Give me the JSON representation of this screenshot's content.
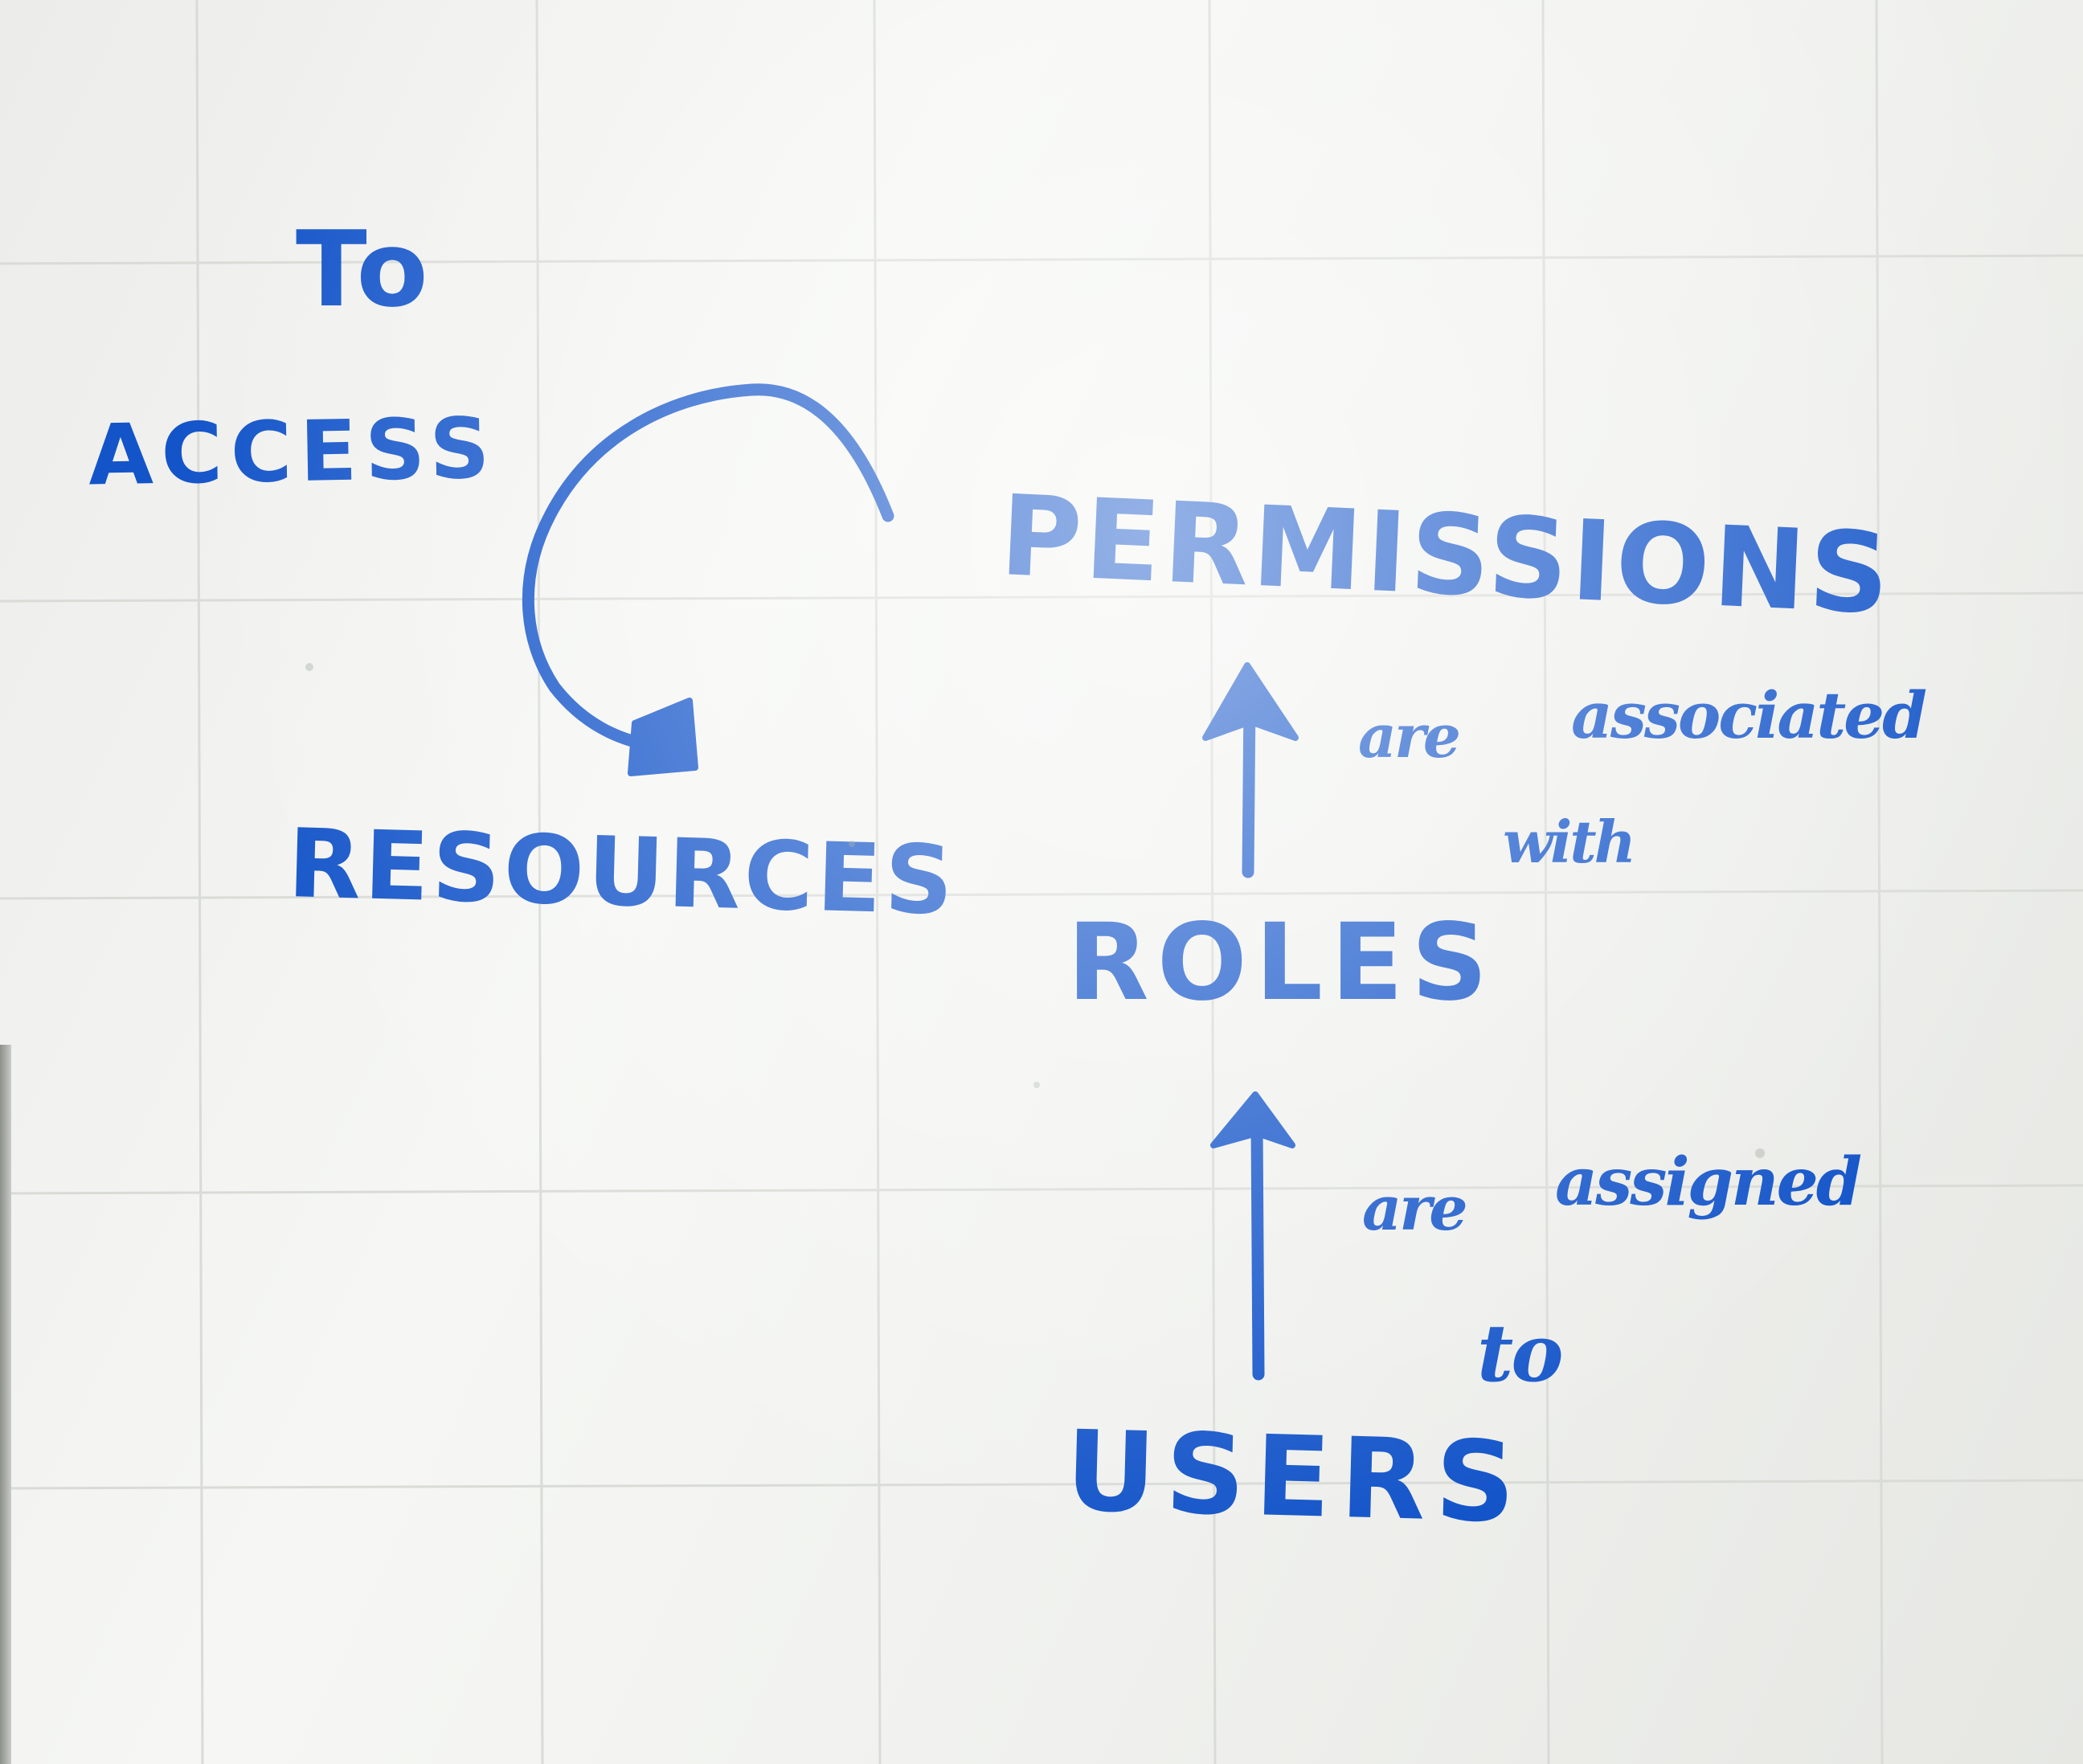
{
  "board": {
    "ink_color": "#1354c9",
    "surface_color": "#f1f2ef",
    "grid_color": "#d9dbd6"
  },
  "labels": {
    "to": "To",
    "access": "ACCESS",
    "permissions": "PERMISSIONS",
    "resources": "RESOURCES",
    "roles": "ROLES",
    "users": "USERS"
  },
  "annotations": {
    "are_associated_with": {
      "are": "are",
      "associated": "associated",
      "with": "with"
    },
    "are_assigned_to": {
      "are": "are",
      "assigned": "assigned",
      "to": "to"
    }
  },
  "connectors": [
    {
      "from": "PERMISSIONS",
      "to": "RESOURCES",
      "shape": "curved-arrow"
    },
    {
      "from": "ROLES",
      "to": "PERMISSIONS",
      "shape": "straight-arrow-up"
    },
    {
      "from": "USERS",
      "to": "ROLES",
      "shape": "straight-arrow-up"
    }
  ]
}
